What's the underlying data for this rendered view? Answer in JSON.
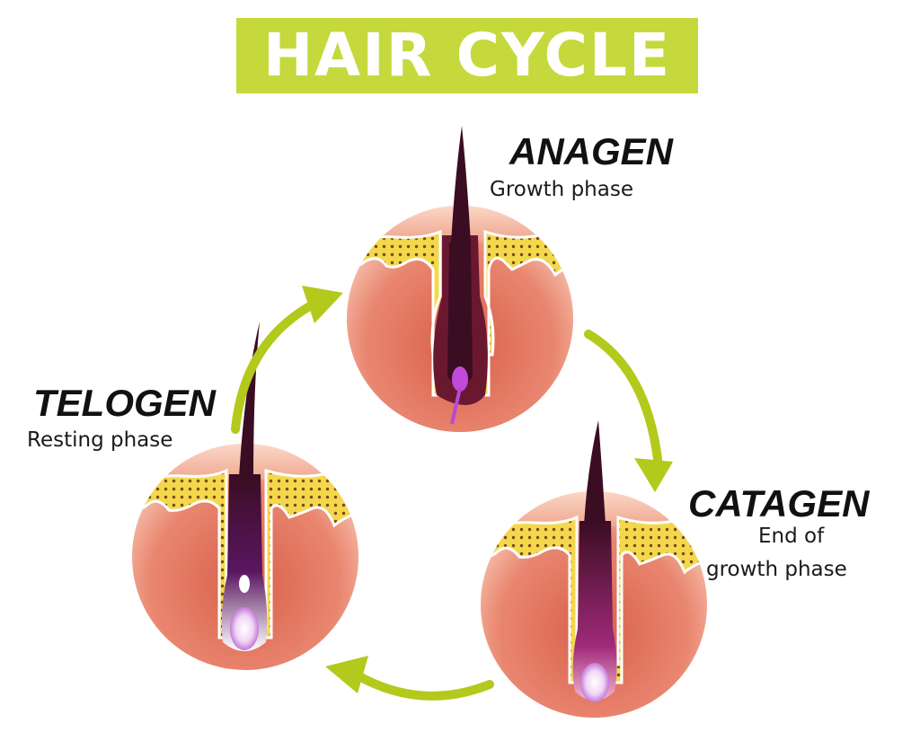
{
  "title": "HAIR CYCLE",
  "colors": {
    "banner": "#c5d93d",
    "arrow": "#b3c91c",
    "skin": "#e9836a",
    "fat": "#f3d64a",
    "hair": "#3a0d22",
    "bulb": "#b44ad8"
  },
  "phases": {
    "anagen": {
      "name": "ANAGEN",
      "description": "Growth phase"
    },
    "catagen": {
      "name": "CATAGEN",
      "description_line1": "End of",
      "description_line2": "growth phase"
    },
    "telogen": {
      "name": "TELOGEN",
      "description": "Resting phase"
    }
  }
}
